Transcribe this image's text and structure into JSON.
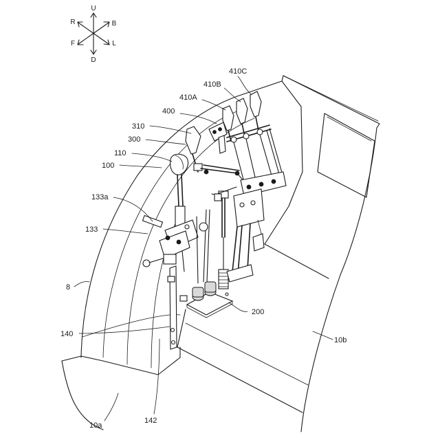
{
  "compass": {
    "up": "U",
    "down": "D",
    "rear": "R",
    "back": "B",
    "front": "F",
    "left": "L"
  },
  "labels": {
    "l410C": "410C",
    "l410B": "410B",
    "l410A": "410A",
    "l400": "400",
    "l310": "310",
    "l300": "300",
    "l110": "110",
    "l100": "100",
    "l133a": "133a",
    "l133": "133",
    "l8": "8",
    "l200": "200",
    "l140": "140",
    "l10b": "10b",
    "l10a": "10a",
    "l142": "142"
  }
}
